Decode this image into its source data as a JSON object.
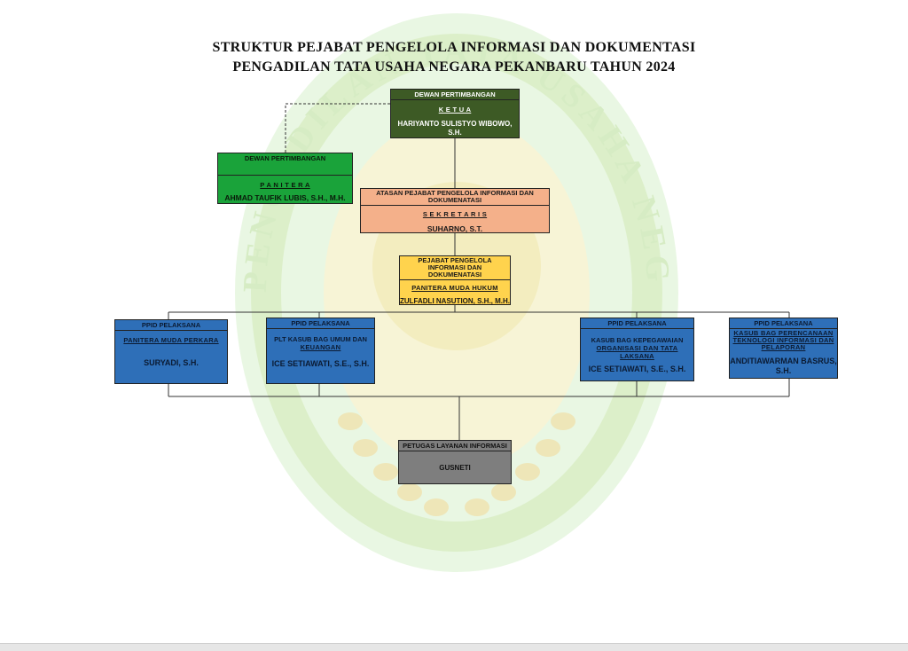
{
  "title": {
    "line1": "STRUKTUR PEJABAT PENGELOLA INFORMASI DAN DOKUMENTASI",
    "line2": "PENGADILAN TATA USAHA NEGARA PEKANBARU TAHUN 2024"
  },
  "watermark": {
    "text": "PENGADILAN TATA USAHA NEGARA PEKANBARU"
  },
  "colors": {
    "olive": "#3d5a25",
    "green": "#1aa33a",
    "salmon": "#f4b08a",
    "yellow": "#ffd34d",
    "blue": "#2e6fb8",
    "gray": "#7e7e7e"
  },
  "nodes": {
    "ketua": {
      "header": "DEWAN PERTIMBANGAN",
      "role": "K E T U A",
      "name": "HARIYANTO SULISTYO WIBOWO, S.H."
    },
    "panitera": {
      "header": "DEWAN PERTIMBANGAN",
      "role": "P A N I T E R A",
      "name": "AHMAD TAUFIK LUBIS, S.H., M.H."
    },
    "sekretaris": {
      "header": "ATASAN PEJABAT PENGELOLA INFORMASI DAN DOKUMENATASI",
      "role": "S E K R E T A R I S",
      "name": "SUHARNO, S.T."
    },
    "ppid": {
      "header": "PEJABAT PENGELOLA INFORMASI DAN DOKUMENATASI",
      "role": "PANITERA MUDA HUKUM",
      "name": "ZULFADLI NASUTION, S.H., M.H."
    },
    "pelaksana1": {
      "header": "PPID PELAKSANA",
      "role": "PANITERA MUDA PERKARA",
      "name": "SURYADI, S.H."
    },
    "pelaksana2": {
      "header": "PPID PELAKSANA",
      "role_plain": "PLT KASUB BAG UMUM DAN",
      "role": "KEUANGAN",
      "name": "ICE SETIAWATI, S.E., S.H."
    },
    "pelaksana3": {
      "header": "PPID PELAKSANA",
      "role_plain": "KASUB BAG KEPEGAWAIAN",
      "role": "ORGANISASI DAN TATA LAKSANA",
      "name": "ICE SETIAWATI, S.E., S.H."
    },
    "pelaksana4": {
      "header": "PPID PELAKSANA",
      "role": "KASUB BAG PERENCANAAN TEKNOLOGI INFORMASI DAN PELAPORAN",
      "name": "ANDITIAWARMAN BASRUS, S.H."
    },
    "petugas": {
      "header": "PETUGAS LAYANAN INFORMASI",
      "name": "GUSNETI"
    }
  }
}
